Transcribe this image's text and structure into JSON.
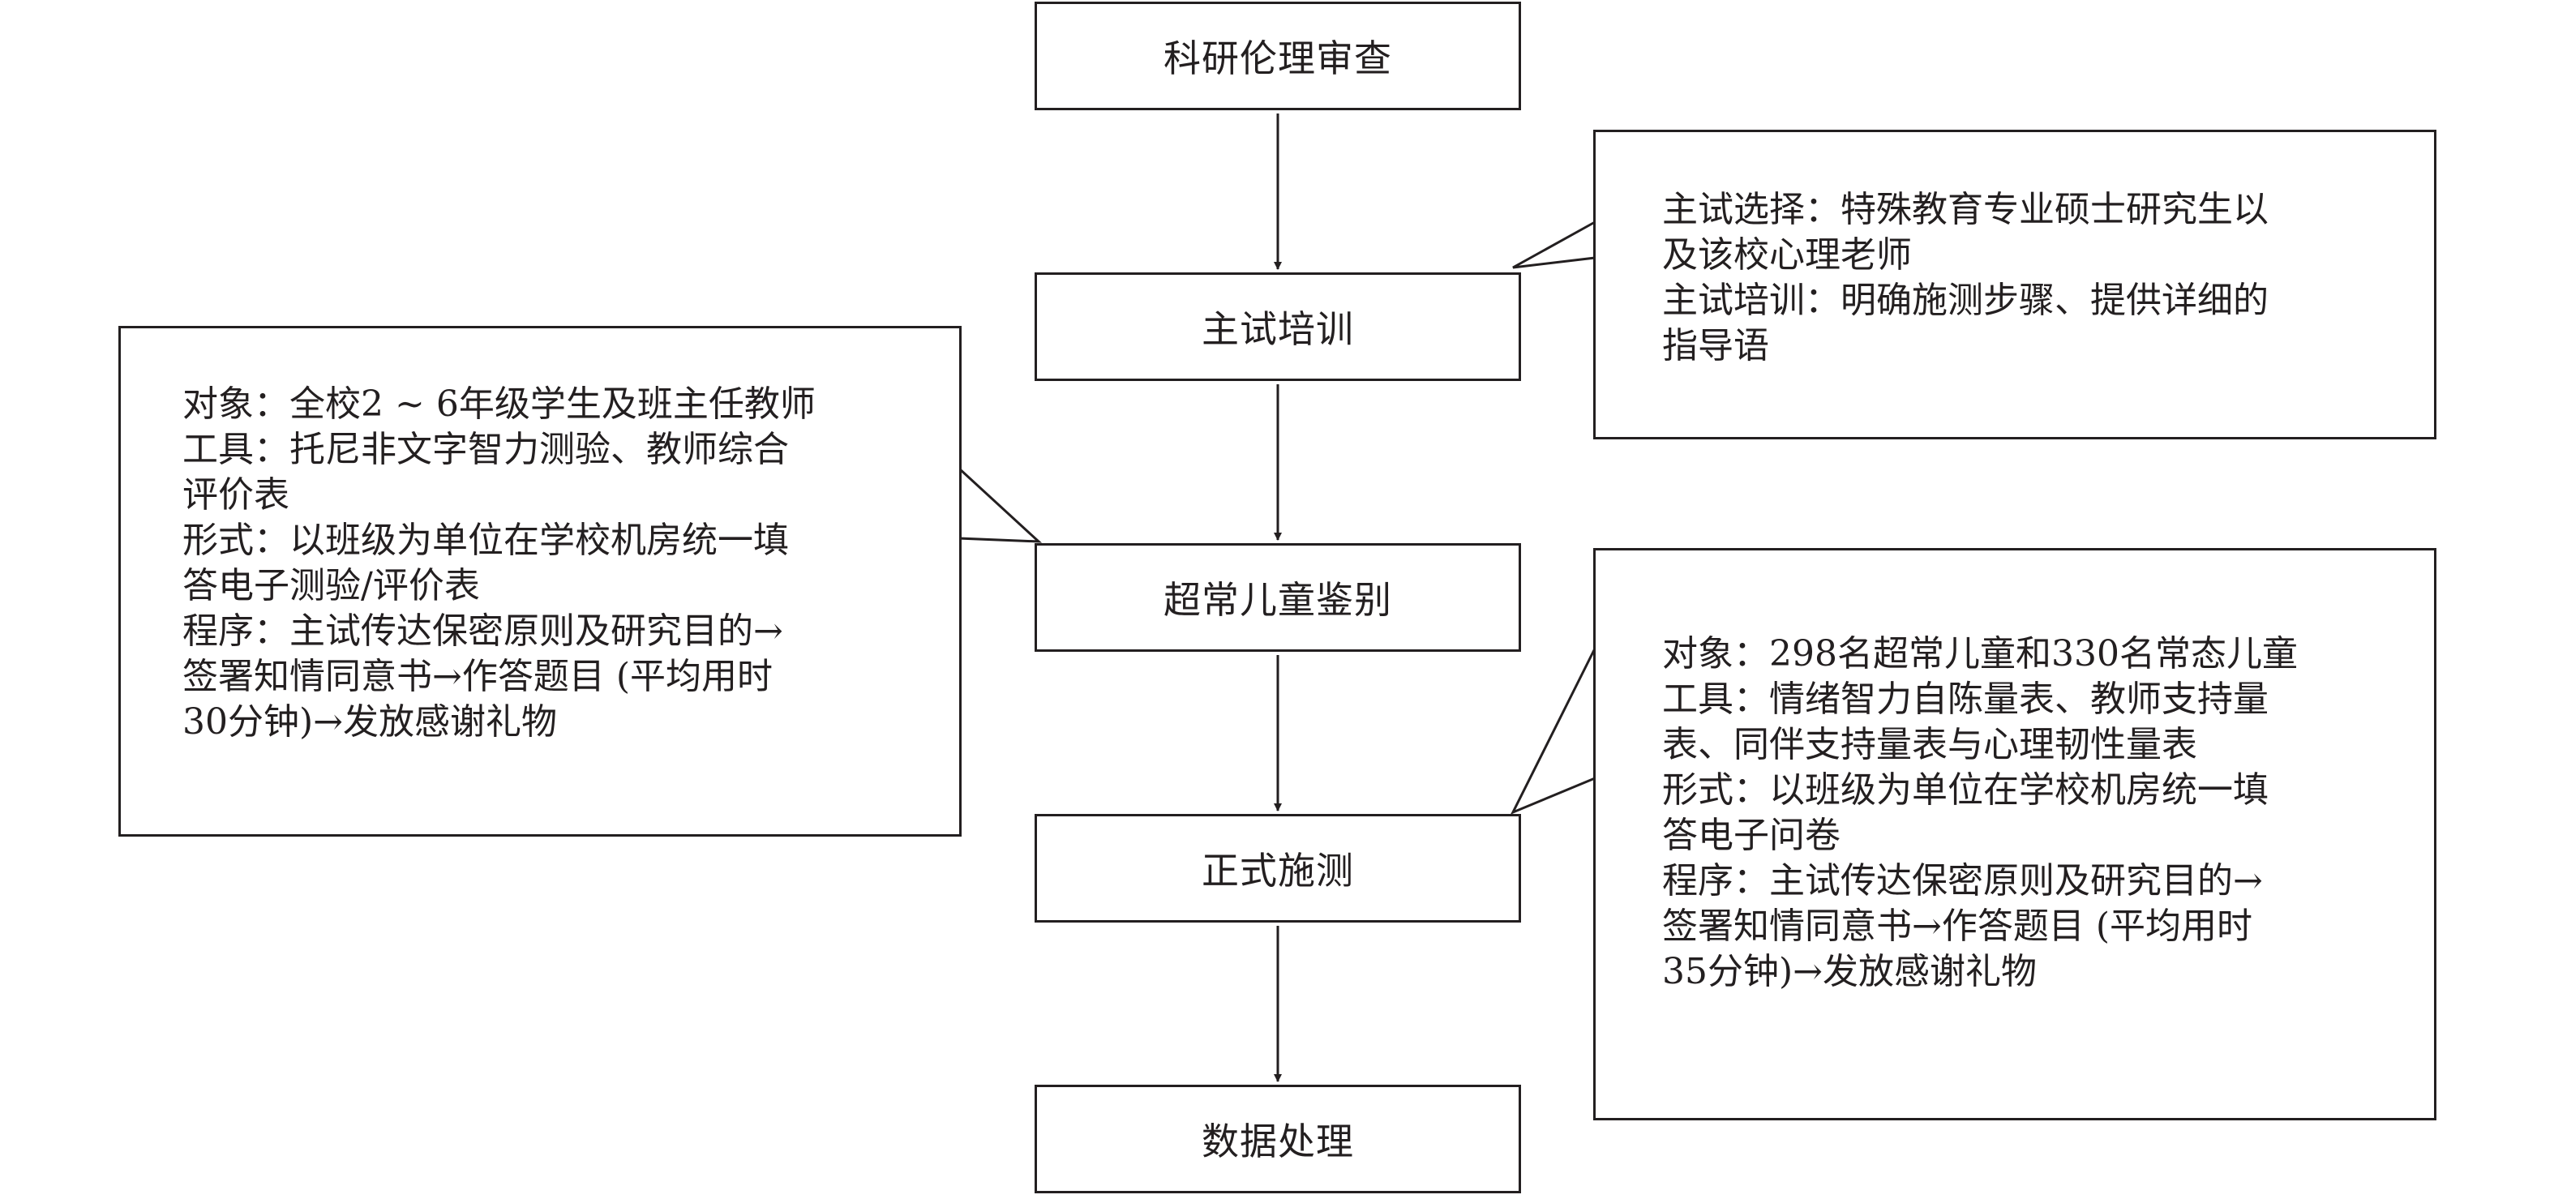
{
  "steps": [
    "科研伦理审查",
    "主试培训",
    "超常儿童鉴别",
    "正式施测",
    "数据处理"
  ],
  "notes": {
    "training": [
      "主试选择：特殊教育专业硕士研究生以",
      "及该校心理老师",
      "主试培训：明确施测步骤、提供详细的",
      "指导语"
    ],
    "identification": [
      "对象：全校2 ~ 6年级学生及班主任教师",
      "工具：托尼非文字智力测验、教师综合",
      "评价表",
      "形式：以班级为单位在学校机房统一填",
      "答电子测验/评价表",
      "程序：主试传达保密原则及研究目的→",
      "签署知情同意书→作答题目 (平均用时",
      "30分钟)→发放感谢礼物"
    ],
    "formal_test": [
      "对象：298名超常儿童和330名常态儿童",
      "工具：情绪智力自陈量表、教师支持量",
      "表、同伴支持量表与心理韧性量表",
      "形式：以班级为单位在学校机房统一填",
      "答电子问卷",
      "程序：主试传达保密原则及研究目的→",
      "签署知情同意书→作答题目 (平均用时",
      "35分钟)→发放感谢礼物"
    ]
  }
}
